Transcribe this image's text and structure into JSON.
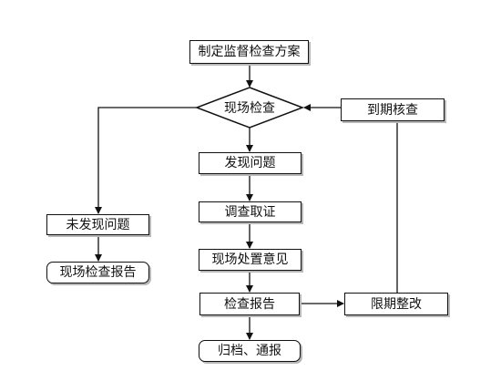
{
  "flowchart": {
    "nodes": {
      "plan": "制定监督检查方案",
      "inspect": "现场检查",
      "recheck": "到期核查",
      "found": "发现问题",
      "investigate": "调查取证",
      "disposal": "现场处置意见",
      "not_found": "未发现问题",
      "onsite_report": "现场检查报告",
      "report": "检查报告",
      "rectify": "限期整改",
      "archive": "归档、通报"
    }
  }
}
